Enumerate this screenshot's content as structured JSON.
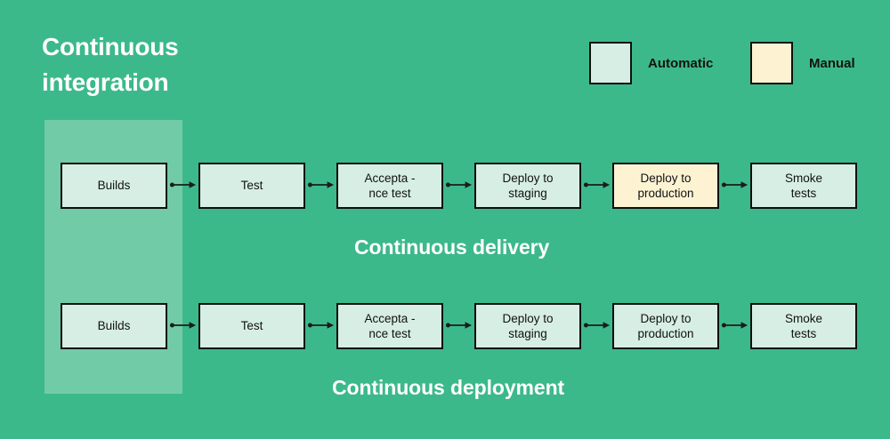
{
  "diagram": {
    "title": "Continuous\nintegration",
    "background_color": "#3cb98a",
    "band_color": "#72cba7",
    "automatic_color": "#d7eee4",
    "manual_color": "#fdf3d3",
    "outline_color": "#0f0f0f",
    "text_color": "#ffffff"
  },
  "legend": {
    "items": [
      {
        "label": "Automatic",
        "color": "#d7eee4",
        "swatch_name": "automatic-swatch"
      },
      {
        "label": "Manual",
        "color": "#fdf3d3",
        "swatch_name": "manual-swatch"
      }
    ]
  },
  "rows": [
    {
      "caption": "Continuous delivery",
      "stages": [
        {
          "label": "Builds",
          "type": "Automatic"
        },
        {
          "label": "Test",
          "type": "Automatic"
        },
        {
          "label": "Accepta -\nnce test",
          "type": "Automatic"
        },
        {
          "label": "Deploy to\nstaging",
          "type": "Automatic"
        },
        {
          "label": "Deploy to\nproduction",
          "type": "Manual"
        },
        {
          "label": "Smoke\ntests",
          "type": "Automatic"
        }
      ]
    },
    {
      "caption": "Continuous deployment",
      "stages": [
        {
          "label": "Builds",
          "type": "Automatic"
        },
        {
          "label": "Test",
          "type": "Automatic"
        },
        {
          "label": "Accepta -\nnce test",
          "type": "Automatic"
        },
        {
          "label": "Deploy to\nstaging",
          "type": "Automatic"
        },
        {
          "label": "Deploy to\nproduction",
          "type": "Automatic"
        },
        {
          "label": "Smoke\ntests",
          "type": "Automatic"
        }
      ]
    }
  ]
}
